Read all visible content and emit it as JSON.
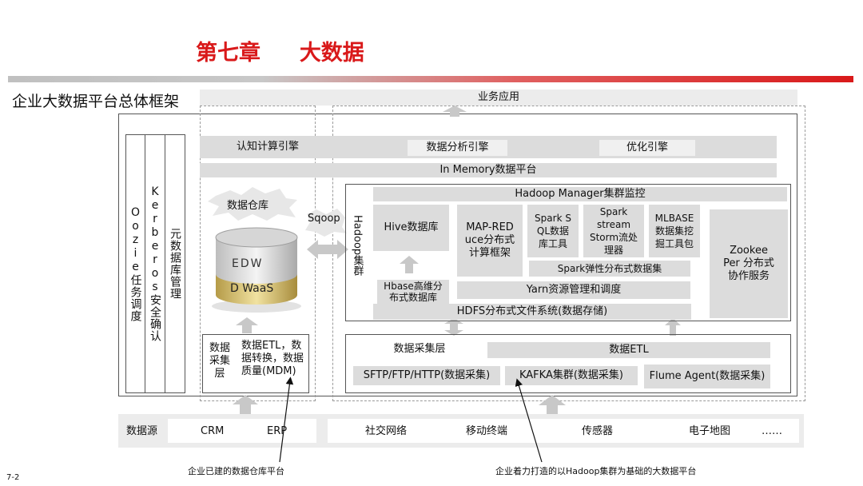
{
  "header": {
    "chapter": "第七章",
    "title": "大数据",
    "subtitle": "企业大数据平台总体框架",
    "page": "7-2"
  },
  "top": {
    "business_app": "业务应用",
    "cognitive": "认知计算引擎",
    "analysis": "数据分析引擎",
    "optimize": "优化引擎",
    "inmemory": "In Memory数据平台"
  },
  "left_mgmt": {
    "oozie": "Oozie任务调度",
    "kerberos": "Kerberos安全确认",
    "metadata": "元数据库管理"
  },
  "warehouse": {
    "label": "数据仓库",
    "sqoop": "Sqoop",
    "edw": "EDW",
    "dwaas": "D WaaS",
    "collect": "数据采集层",
    "etl": "数据ETL，数据转换，数据质量(MDM)"
  },
  "hadoop": {
    "label": "Hadoop集群",
    "manager": "Hadoop Manager集群监控",
    "hive": "Hive数据库",
    "mapreduce": "MAP-REDuce分布式计算框架",
    "sparksql": "Spark SQL数据库工具",
    "sparkstream": "Spark stream Storm流处理器",
    "mlbase": "MLBASE数据集挖掘工具包",
    "zookeeper": "Zookee Per 分布式协作服务",
    "spark_rdd": "Spark弹性分布式数据集",
    "hbase": "Hbase高维分布式数据库",
    "yarn": "Yarn资源管理和调度",
    "hdfs": "HDFS分布式文件系统(数据存储)"
  },
  "collect": {
    "layer": "数据采集层",
    "etl": "数据ETL",
    "sftp": "SFTP/FTP/HTTP(数据采集)",
    "kafka": "KAFKA集群(数据采集)",
    "flume": "Flume Agent(数据采集)"
  },
  "sources": {
    "label": "数据源",
    "items": [
      "CRM",
      "ERP",
      "社交网络",
      "移动终端",
      "传感器",
      "电子地图",
      "……"
    ]
  },
  "notes": {
    "left": "企业已建的数据仓库平台",
    "right": "企业着力打造的以Hadoop集群为基础的大数据平台"
  },
  "colors": {
    "accent": "#d9191a",
    "panel": "#dcdcdc"
  }
}
